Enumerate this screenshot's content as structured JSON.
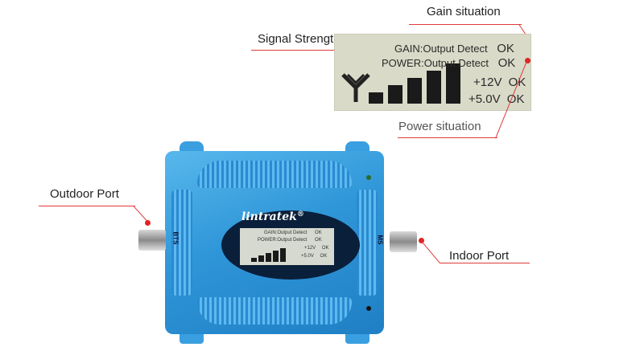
{
  "callouts": {
    "gain_situation": "Gain situation",
    "signal_strength": "Signal Strength",
    "power_situation": "Power situation",
    "outdoor_port": "Outdoor Port",
    "indoor_port": "Indoor Port"
  },
  "lcd": {
    "rows": [
      {
        "label": "GAIN:Output Detect",
        "status": "OK"
      },
      {
        "label": "POWER:Output Detect",
        "status": "OK"
      },
      {
        "label": "+12V",
        "status": "OK"
      },
      {
        "label": "+5.0V",
        "status": "OK"
      }
    ],
    "signal_bars_lit": 5,
    "signal_bars_total": 5
  },
  "device": {
    "brand": "lintratek",
    "registered_mark": "®",
    "bts_label": "BTS",
    "ms_label": "MS",
    "mini_lcd_rows": [
      {
        "label": "GAIN:Output Detect",
        "status": "OK"
      },
      {
        "label": "POWER:Output Detect",
        "status": "OK"
      },
      {
        "label": "+12V",
        "status": "OK"
      },
      {
        "label": "+5.0V",
        "status": "OK"
      }
    ]
  },
  "colors": {
    "leader": "#e03a3a",
    "device_blue": "#2f96d8",
    "lcd_bg": "#d9dac8"
  }
}
